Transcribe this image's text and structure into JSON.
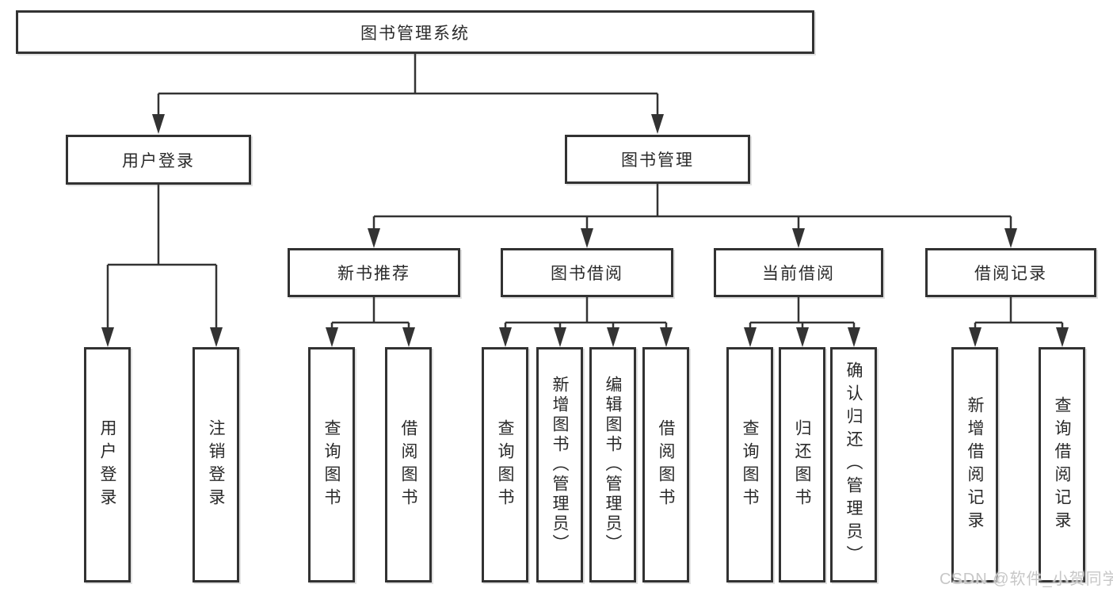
{
  "diagram": {
    "root": {
      "label": "图书管理系统"
    },
    "level2": [
      {
        "label": "用户登录"
      },
      {
        "label": "图书管理"
      }
    ],
    "level3": [
      {
        "label": "新书推荐"
      },
      {
        "label": "图书借阅"
      },
      {
        "label": "当前借阅"
      },
      {
        "label": "借阅记录"
      }
    ],
    "leaves": [
      {
        "label": "用户登录"
      },
      {
        "label": "注销登录"
      },
      {
        "label": "查询图书"
      },
      {
        "label": "借阅图书"
      },
      {
        "label": "查询图书"
      },
      {
        "label": "新增图书（管理员）"
      },
      {
        "label": "编辑图书（管理员）"
      },
      {
        "label": "借阅图书"
      },
      {
        "label": "查询图书"
      },
      {
        "label": "归还图书"
      },
      {
        "label": "确认归还（管理员）"
      },
      {
        "label": "新增借阅记录"
      },
      {
        "label": "查询借阅记录"
      }
    ],
    "watermark": "CSDN @软件_小贺同学",
    "colors": {
      "line": "#333333",
      "border": "#323232",
      "text": "#2a2a2a",
      "watermark": "#c7c7c7",
      "background": "#ffffff"
    }
  }
}
